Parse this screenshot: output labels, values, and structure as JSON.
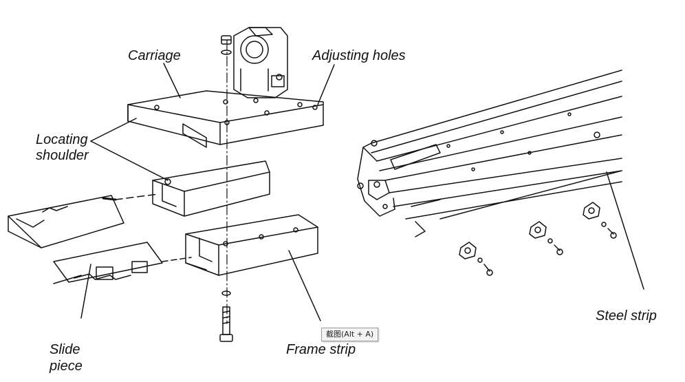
{
  "labels": {
    "carriage": "Carriage",
    "adjusting_holes": "Adjusting holes",
    "locating_line1": "Locating",
    "locating_line2": "shoulder",
    "slide_line1": "Slide",
    "slide_line2": "piece",
    "frame_strip": "Frame strip",
    "steel_strip": "Steel strip"
  },
  "tooltip": {
    "text": "截图(Alt + A)"
  },
  "colors": {
    "line": "#111111",
    "background": "#ffffff"
  }
}
